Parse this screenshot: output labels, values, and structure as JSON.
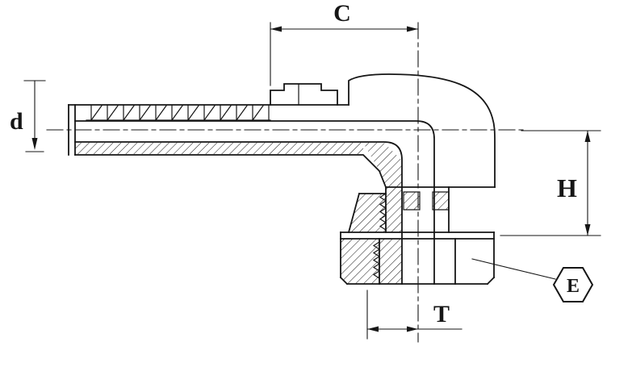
{
  "page": {
    "background": "#ffffff"
  },
  "diagram": {
    "name": "90-degree-elbow-hose-fitting-cross-section",
    "stroke_color": "#161616",
    "labels": {
      "c": "C",
      "d": "d",
      "h": "H",
      "t": "T",
      "e": "E"
    }
  }
}
